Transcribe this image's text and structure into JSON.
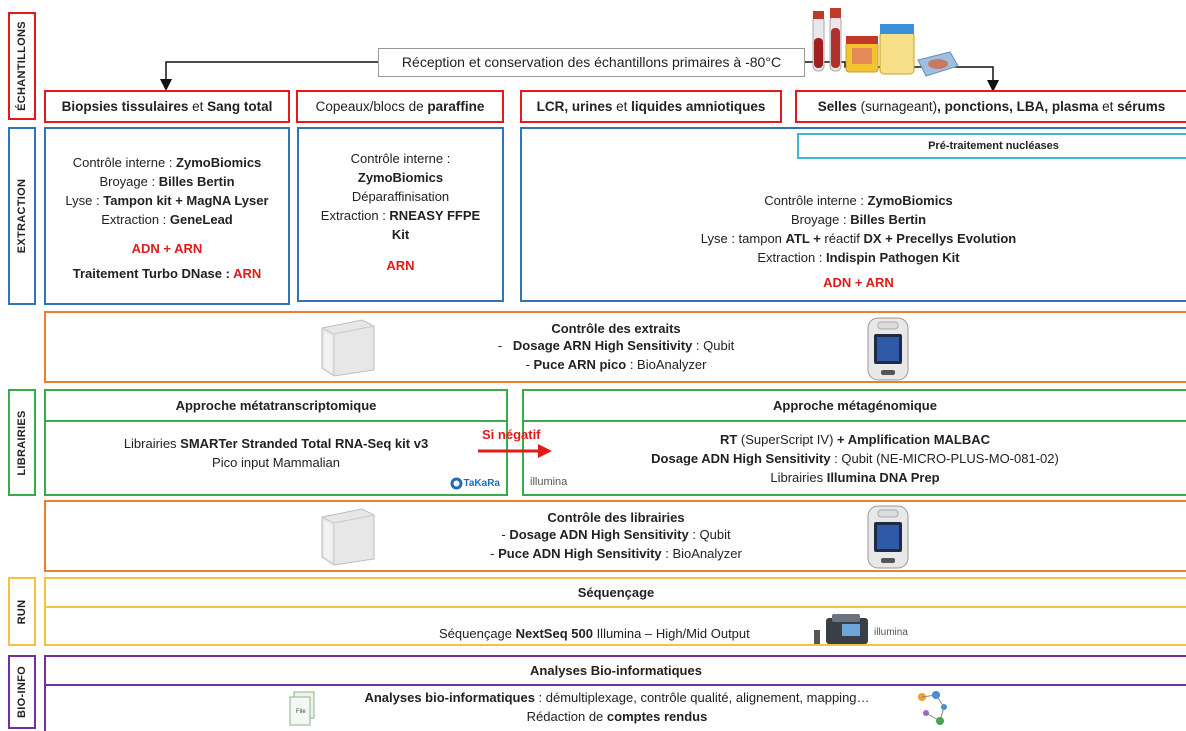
{
  "colors": {
    "red": "#e21a1a",
    "blue": "#2e75b6",
    "orange": "#ed7d31",
    "green": "#3aab49",
    "yellow": "#f5c242",
    "purple": "#7030a0",
    "light_blue": "#44b4d8"
  },
  "sections": {
    "echantillons": "ÉCHANTILLONS",
    "extraction": "EXTRACTION",
    "libraries": "LIBRAIRIES",
    "run": "RUN",
    "bioinfo": "BIO-INFO"
  },
  "reception": "Réception et conservation des échantillons primaires à -80°C",
  "samples": {
    "s1": {
      "a": "Biopsies tissulaires",
      "b": " et ",
      "c": "Sang total"
    },
    "s2": {
      "a": "Copeaux/blocs de ",
      "b": "paraffine"
    },
    "s3": {
      "a": "LCR, urines",
      "b": " et ",
      "c": "liquides amniotiques"
    },
    "s4": {
      "a": "Selles",
      "b": " (surnageant)",
      "c": ", ponctions, LBA, plasma",
      "d": " et ",
      "e": "sérums"
    }
  },
  "extraction": {
    "e1": {
      "l1a": "Contrôle interne : ",
      "l1b": "ZymoBiomics",
      "l2a": "Broyage : ",
      "l2b": "Billes Bertin",
      "l3a": "Lyse : ",
      "l3b": "Tampon kit + MagNA Lyser",
      "l4a": "Extraction : ",
      "l4b": "GeneLead",
      "l5": "ADN + ARN",
      "l6a": "Traitement Turbo DNase : ",
      "l6b": "ARN"
    },
    "e2": {
      "l1": "Contrôle interne :",
      "l2": "ZymoBiomics",
      "l3": "Déparaffinisation",
      "l4a": "Extraction : ",
      "l4b": "RNEASY FFPE",
      "l5": "Kit",
      "l6": "ARN"
    },
    "e3": {
      "pre": "Pré-traitement nucléases",
      "l1a": "Contrôle interne : ",
      "l1b": "ZymoBiomics",
      "l2a": "Broyage : ",
      "l2b": "Billes Bertin",
      "l3a": "Lyse : tampon ",
      "l3b": "ATL + ",
      "l3c": "réactif ",
      "l3d": "DX + Precellys Evolution",
      "l4a": "Extraction : ",
      "l4b": "Indispin Pathogen Kit",
      "l5": "ADN + ARN"
    }
  },
  "controle_extraits": {
    "title": "Contrôle des extraits",
    "l1a": "-   ",
    "l1b": "Dosage ARN High Sensitivity",
    "l1c": " : Qubit",
    "l2a": "- ",
    "l2b": "Puce ARN pico",
    "l2c": " : BioAnalyzer"
  },
  "librairies": {
    "meta_t": {
      "title": "Approche métatranscriptomique",
      "l1a": "Librairies ",
      "l1b": "SMARTer Stranded Total RNA-Seq kit v3",
      "l2": "Pico input Mammalian",
      "logo": "TaKaRa"
    },
    "arrow_label": "Si négatif",
    "meta_g": {
      "title": "Approche métagénomique",
      "l1a": "RT",
      "l1b": " (SuperScript IV) ",
      "l1c": "+ Amplification ",
      "l1d": "MALBAC",
      "l2a": "Dosage ADN High Sensitivity",
      "l2b": " : Qubit (NE-MICRO-PLUS-MO-081-02)",
      "l3a": "Librairies ",
      "l3b": "Illumina DNA Prep",
      "logo": "illumina"
    }
  },
  "controle_librairies": {
    "title": "Contrôle des librairies",
    "l1a": "- ",
    "l1b": "Dosage ADN High Sensitivity",
    "l1c": " : Qubit",
    "l2a": "- ",
    "l2b": "Puce ADN High Sensitivity",
    "l2c": " : BioAnalyzer"
  },
  "run": {
    "title": "Séquençage",
    "l1a": "Séquençage ",
    "l1b": "NextSeq 500",
    "l1c": " Illumina – High/Mid Output",
    "logo": "illumina"
  },
  "bioinfo": {
    "title": "Analyses Bio-informatiques",
    "l1a": "Analyses bio-informatiques",
    "l1b": " : démultiplexage, contrôle qualité, alignement, mapping…",
    "l2a": "Rédaction de ",
    "l2b": "comptes rendus",
    "file_label": "File"
  },
  "icons": [
    "sample-tubes-icon",
    "bioanalyzer-icon",
    "qubit-icon",
    "sequencer-icon",
    "file-icon",
    "bioinformatics-icon"
  ]
}
